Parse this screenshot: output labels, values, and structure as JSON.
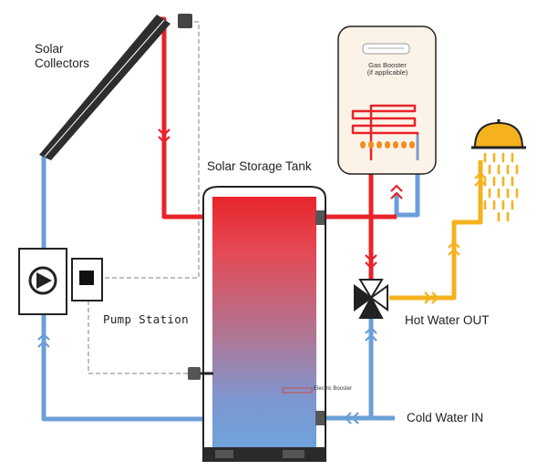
{
  "labels": {
    "solar_collectors": [
      "Solar",
      "Collectors"
    ],
    "pump_station": "Pump Station",
    "solar_storage_tank": "Solar Storage Tank",
    "gas_booster": [
      "Gas Booster",
      "(if applicable)"
    ],
    "electric_booster": "Electric Booster",
    "hot_water_out": "Hot Water OUT",
    "cold_water_in": "Cold Water IN"
  },
  "colors": {
    "hot_pipe": "#e8232a",
    "cold_pipe": "#6b9fd8",
    "dhw_pipe": "#f5b21e",
    "control_line": "#bfbfbf",
    "collector": "#2e2e2e",
    "tank_top": "#e8242c",
    "tank_bottom": "#6fa3dc"
  }
}
